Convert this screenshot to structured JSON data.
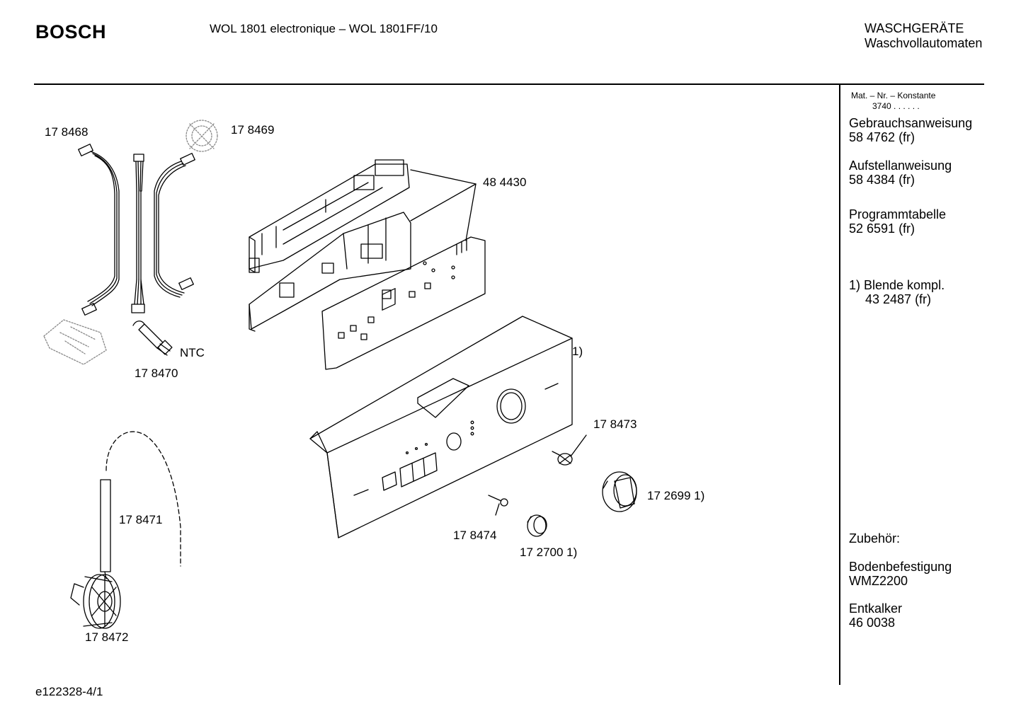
{
  "header": {
    "brand": "BOSCH",
    "model_title": "WOL 1801 electronique  – WOL 1801FF/10",
    "category_line1": "WASCHGERÄTE",
    "category_line2": "Waschvollautomaten"
  },
  "sidebar": {
    "mat_label": "Mat. – Nr. – Konstante",
    "mat_value": "3740  .  .    .  .  .  .",
    "docs": [
      {
        "title": "Gebrauchsanweisung",
        "number": "58 4762 (fr)"
      },
      {
        "title": "Aufstellanweisung",
        "number": "58 4384 (fr)"
      },
      {
        "title": "Programmtabelle",
        "number": "52 6591 (fr)"
      }
    ],
    "note_title": "1) Blende kompl.",
    "note_number": "43 2487 (fr)",
    "accessories_label": "Zubehör:",
    "accessories": [
      {
        "title": "Bodenbefestigung",
        "number": "WMZ2200"
      },
      {
        "title": "Entkalker",
        "number": "46 0038"
      }
    ]
  },
  "parts": {
    "p178468": "17 8468",
    "p178469": "17 8469",
    "p484430": "48 4430",
    "ntc": "NTC",
    "p178470": "17 8470",
    "panel_note": "1)",
    "p178473": "17 8473",
    "p172699": "17 2699 1)",
    "p178471": "17 8471",
    "p178474": "17 8474",
    "p172700": "17 2700 1)",
    "p178472": "17 8472"
  },
  "footer": {
    "drawing_id": "e122328-4/1"
  }
}
